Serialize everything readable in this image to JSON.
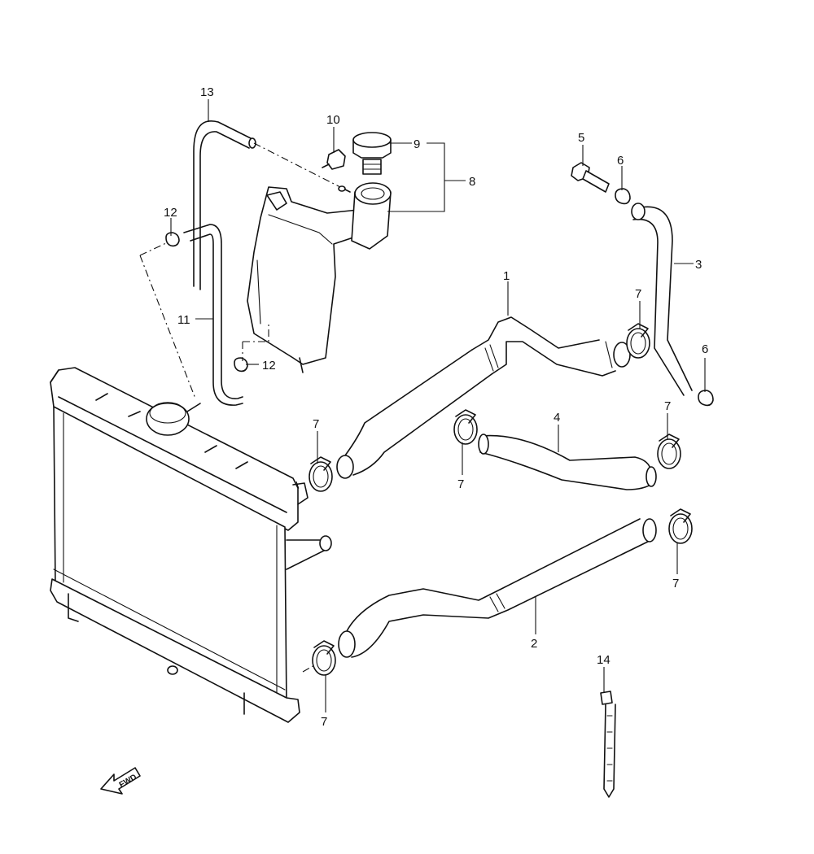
{
  "callouts": {
    "c1": "1",
    "c2": "2",
    "c3": "3",
    "c4": "4",
    "c5": "5",
    "c6a": "6",
    "c6b": "6",
    "c7a": "7",
    "c7b": "7",
    "c7c": "7",
    "c7d": "7",
    "c7e": "7",
    "c7f": "7",
    "c8": "8",
    "c9": "9",
    "c10": "10",
    "c11": "11",
    "c12a": "12",
    "c12b": "12",
    "c13": "13",
    "c14": "14"
  },
  "direction_marker": "FWD"
}
